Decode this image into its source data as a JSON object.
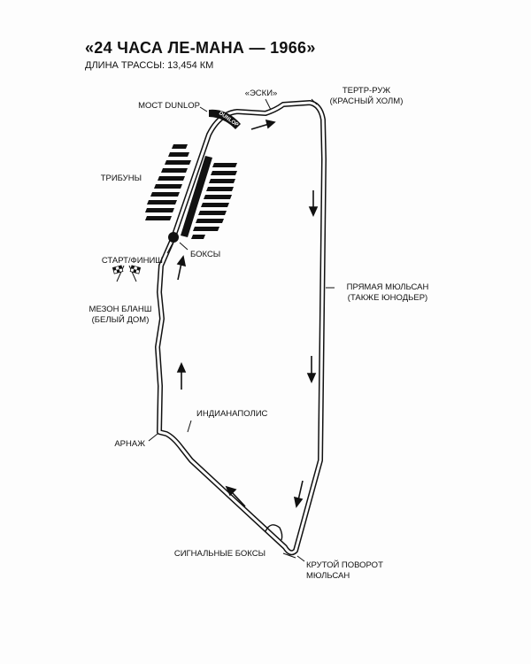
{
  "title": "«24 ЧАСА ЛЕ-МАНА — 1966»",
  "subtitle": "ДЛИНА ТРАССЫ: 13,454 КМ",
  "sponsor_text": "DUNLOP",
  "labels": {
    "dunlop_bridge": "МОСТ DUNLOP",
    "esses": "«ЭСКИ»",
    "tertre_rouge": [
      "ТЕРТР-РУЖ",
      "(КРАСНЫЙ ХОЛМ)"
    ],
    "grandstands": "ТРИБУНЫ",
    "pits": "БОКСЫ",
    "start_finish": "СТАРТ/ФИНИШ",
    "mulsanne_straight": [
      "ПРЯМАЯ МЮЛЬСАН",
      "(ТАКЖЕ ЮНОДЬЕР)"
    ],
    "maison_blanche": [
      "МЕЗОН БЛАНШ",
      "(БЕЛЫЙ ДОМ)"
    ],
    "indianapolis": "ИНДИАНАПОЛИС",
    "arnage": "АРНАЖ",
    "signal_pits": "СИГНАЛЬНЫЕ БОКСЫ",
    "mulsanne_corner": [
      "КРУТОЙ ПОВОРОТ",
      "МЮЛЬСАН"
    ]
  },
  "icons": [
    "direction-arrow-icon",
    "checkered-flags-icon",
    "start-finish-dot-icon"
  ],
  "colors": {
    "ink": "#111111",
    "background": "#fdfdfd"
  }
}
